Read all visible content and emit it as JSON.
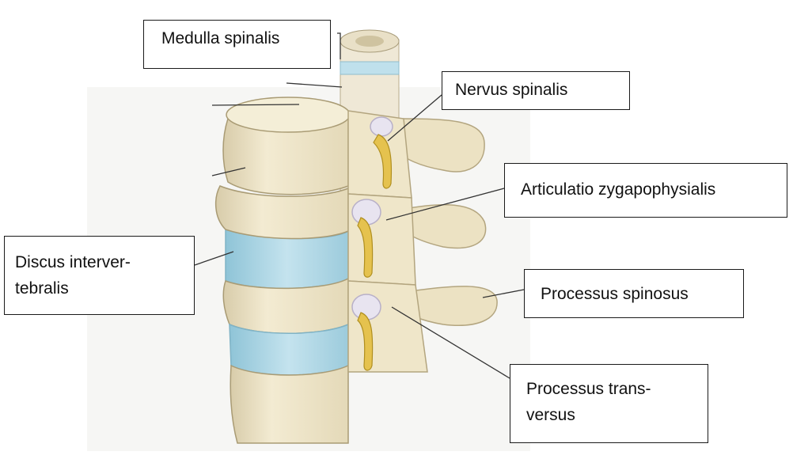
{
  "labels": {
    "medulla": "Medulla spinalis",
    "nervus": "Nervus spinalis",
    "articulatio": "Articulatio zygapophysialis",
    "discus_line1": "Discus interver-",
    "discus_line2": "tebralis",
    "spinosus": "Processus spinosus",
    "transversus_line1": "Processus trans-",
    "transversus_line2": "versus"
  },
  "colors": {
    "bone": "#efe6c8",
    "bone_shadow": "#d4c7a0",
    "disc": "#a9d3e2",
    "nerve": "#e2c04a",
    "leader": "#333333"
  }
}
